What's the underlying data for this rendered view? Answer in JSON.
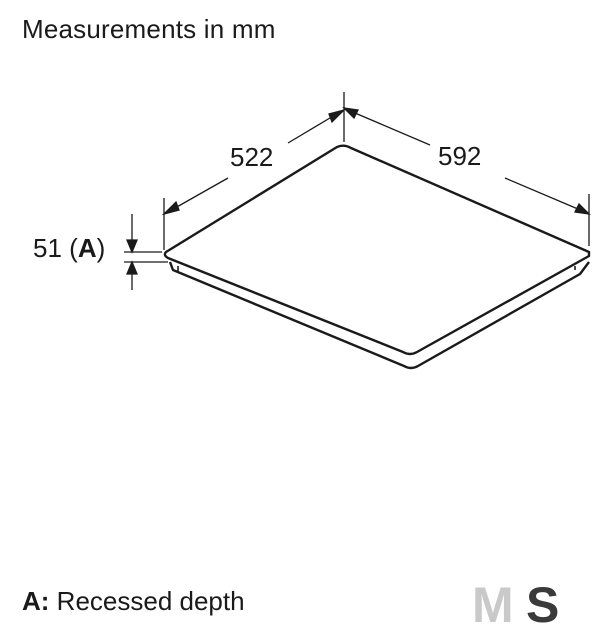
{
  "title": "Measurements in mm",
  "dimensions": {
    "depth": "522",
    "width": "592",
    "height_value": "51 (",
    "height_key": "A",
    "height_close": ")"
  },
  "footnote": {
    "key": "A:",
    "text": "Recessed depth"
  },
  "logo": {
    "letters": "MS",
    "colors": [
      "#c9c9c9",
      "#3a3a3a"
    ]
  }
}
